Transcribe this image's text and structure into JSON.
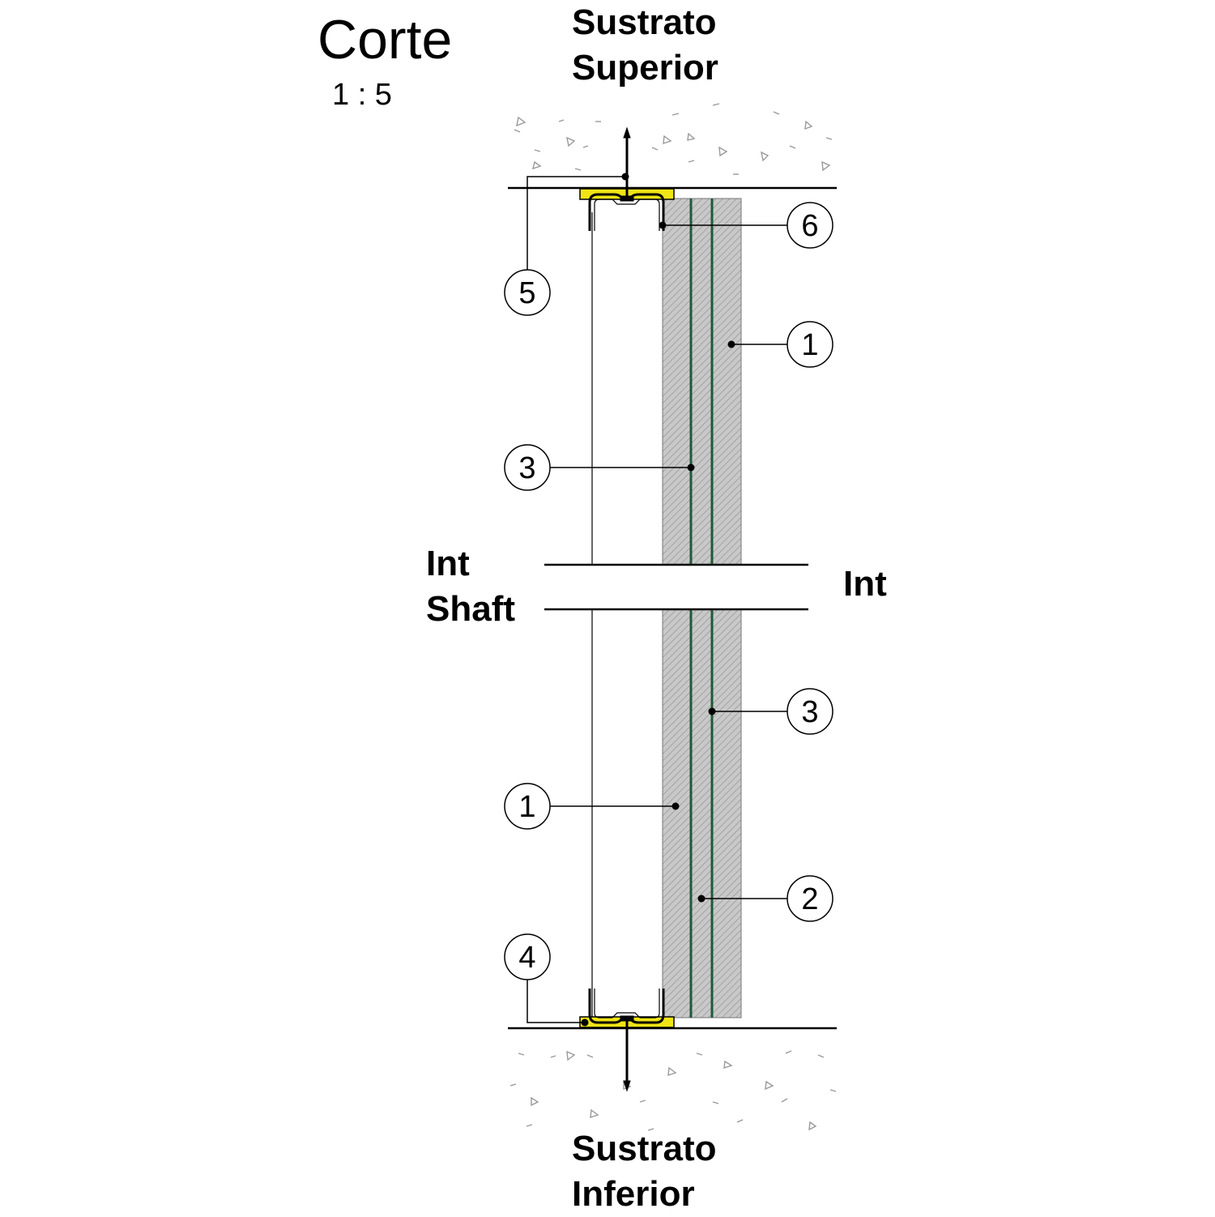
{
  "title": "Corte",
  "scale": "1 : 5",
  "labels": {
    "top_substrate_line1": "Sustrato",
    "top_substrate_line2": "Superior",
    "bottom_substrate_line1": "Sustrato",
    "bottom_substrate_line2": "Inferior",
    "left_side_line1": "Int",
    "left_side_line2": "Shaft",
    "right_side": "Int"
  },
  "callouts": {
    "c6": "6",
    "c5": "5",
    "c1_top": "1",
    "c3_left": "3",
    "c3_right": "3",
    "c1_left": "1",
    "c2": "2",
    "c4": "4"
  },
  "colors": {
    "board_fill": "#c8c8c8",
    "hatch": "#8a8a8a",
    "green_line": "#1f5a3a",
    "gasket": "#f0e415",
    "stroke": "#000000"
  }
}
